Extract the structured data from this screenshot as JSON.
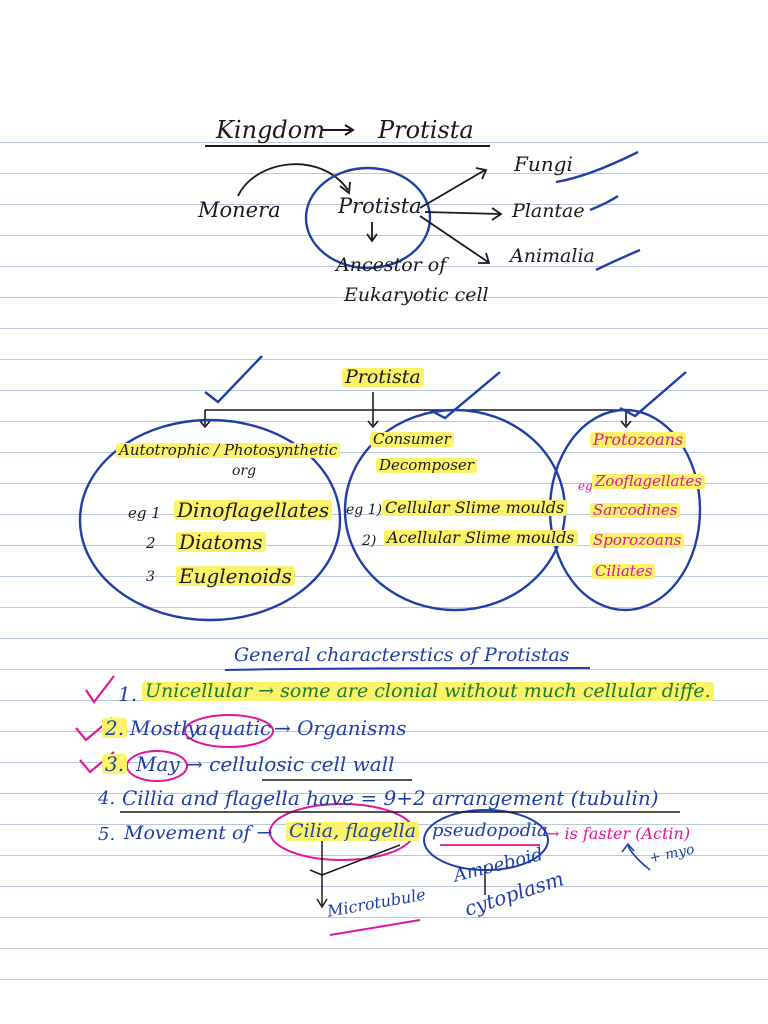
{
  "page": {
    "title_left": "Kingdom",
    "title_right": "Protista"
  },
  "diagram1": {
    "monera": "Monera",
    "protista": "Protista",
    "fungi": "Fungi",
    "plantae": "Plantae",
    "animalia": "Animalia",
    "ancestor_line1": "Ancestor of",
    "ancestor_line2": "Eukaryotic cell"
  },
  "diagram2": {
    "root": "Protista",
    "autotrophic_line1": "Autotrophic / Photosynthetic",
    "autotrophic_line2": "org",
    "auto_examples_prefix": "eg 1",
    "auto_examples": [
      {
        "num": "",
        "text": "Dinoflagellates"
      },
      {
        "num": "2",
        "text": "Diatoms"
      },
      {
        "num": "3",
        "text": "Euglenoids"
      }
    ],
    "consumer_line1": "Consumer",
    "consumer_line2": "Decomposer",
    "consumer_examples": [
      {
        "num": "eg 1)",
        "text": "Cellular Slime moulds"
      },
      {
        "num": "2)",
        "text": "Acellular Slime moulds"
      }
    ],
    "protozoans": "Protozoans",
    "protozoan_prefix": "eg",
    "protozoan_examples": [
      "Zooflagellates",
      "Sarcodines",
      "Sporozoans",
      "Ciliates"
    ]
  },
  "characteristics": {
    "heading": "General characterstics of Protistas",
    "items": [
      {
        "num": "1.",
        "text": "Unicellular → some are clonial without much cellular diffe."
      },
      {
        "num": "2.",
        "text_a": "Mostly",
        "text_b": "aquatic",
        "text_c": "→ Organisms"
      },
      {
        "num": "3.",
        "text_a": "May",
        "text_b": "→ cellulosic cell wall"
      },
      {
        "num": "4.",
        "text": "Cillia and flagella have = 9+2 arrangement (tubulin)"
      },
      {
        "num": "5.",
        "text_a": "Movement of →",
        "text_b": "Cilia, flagella",
        "text_c": "pseudopodia",
        "text_d": "→ is faster (Actin)"
      }
    ],
    "annot_microtubule": "Microtubule",
    "annot_amoeboid": "Amoeboid",
    "annot_cytoplasm": "cytoplasm",
    "annot_myo": "+ myo"
  },
  "colors": {
    "ink": "#1a1a1a",
    "blue": "#1f3fa8",
    "green": "#1a7a2a",
    "pink": "#e0169a",
    "highlight": "#fbf36a"
  }
}
